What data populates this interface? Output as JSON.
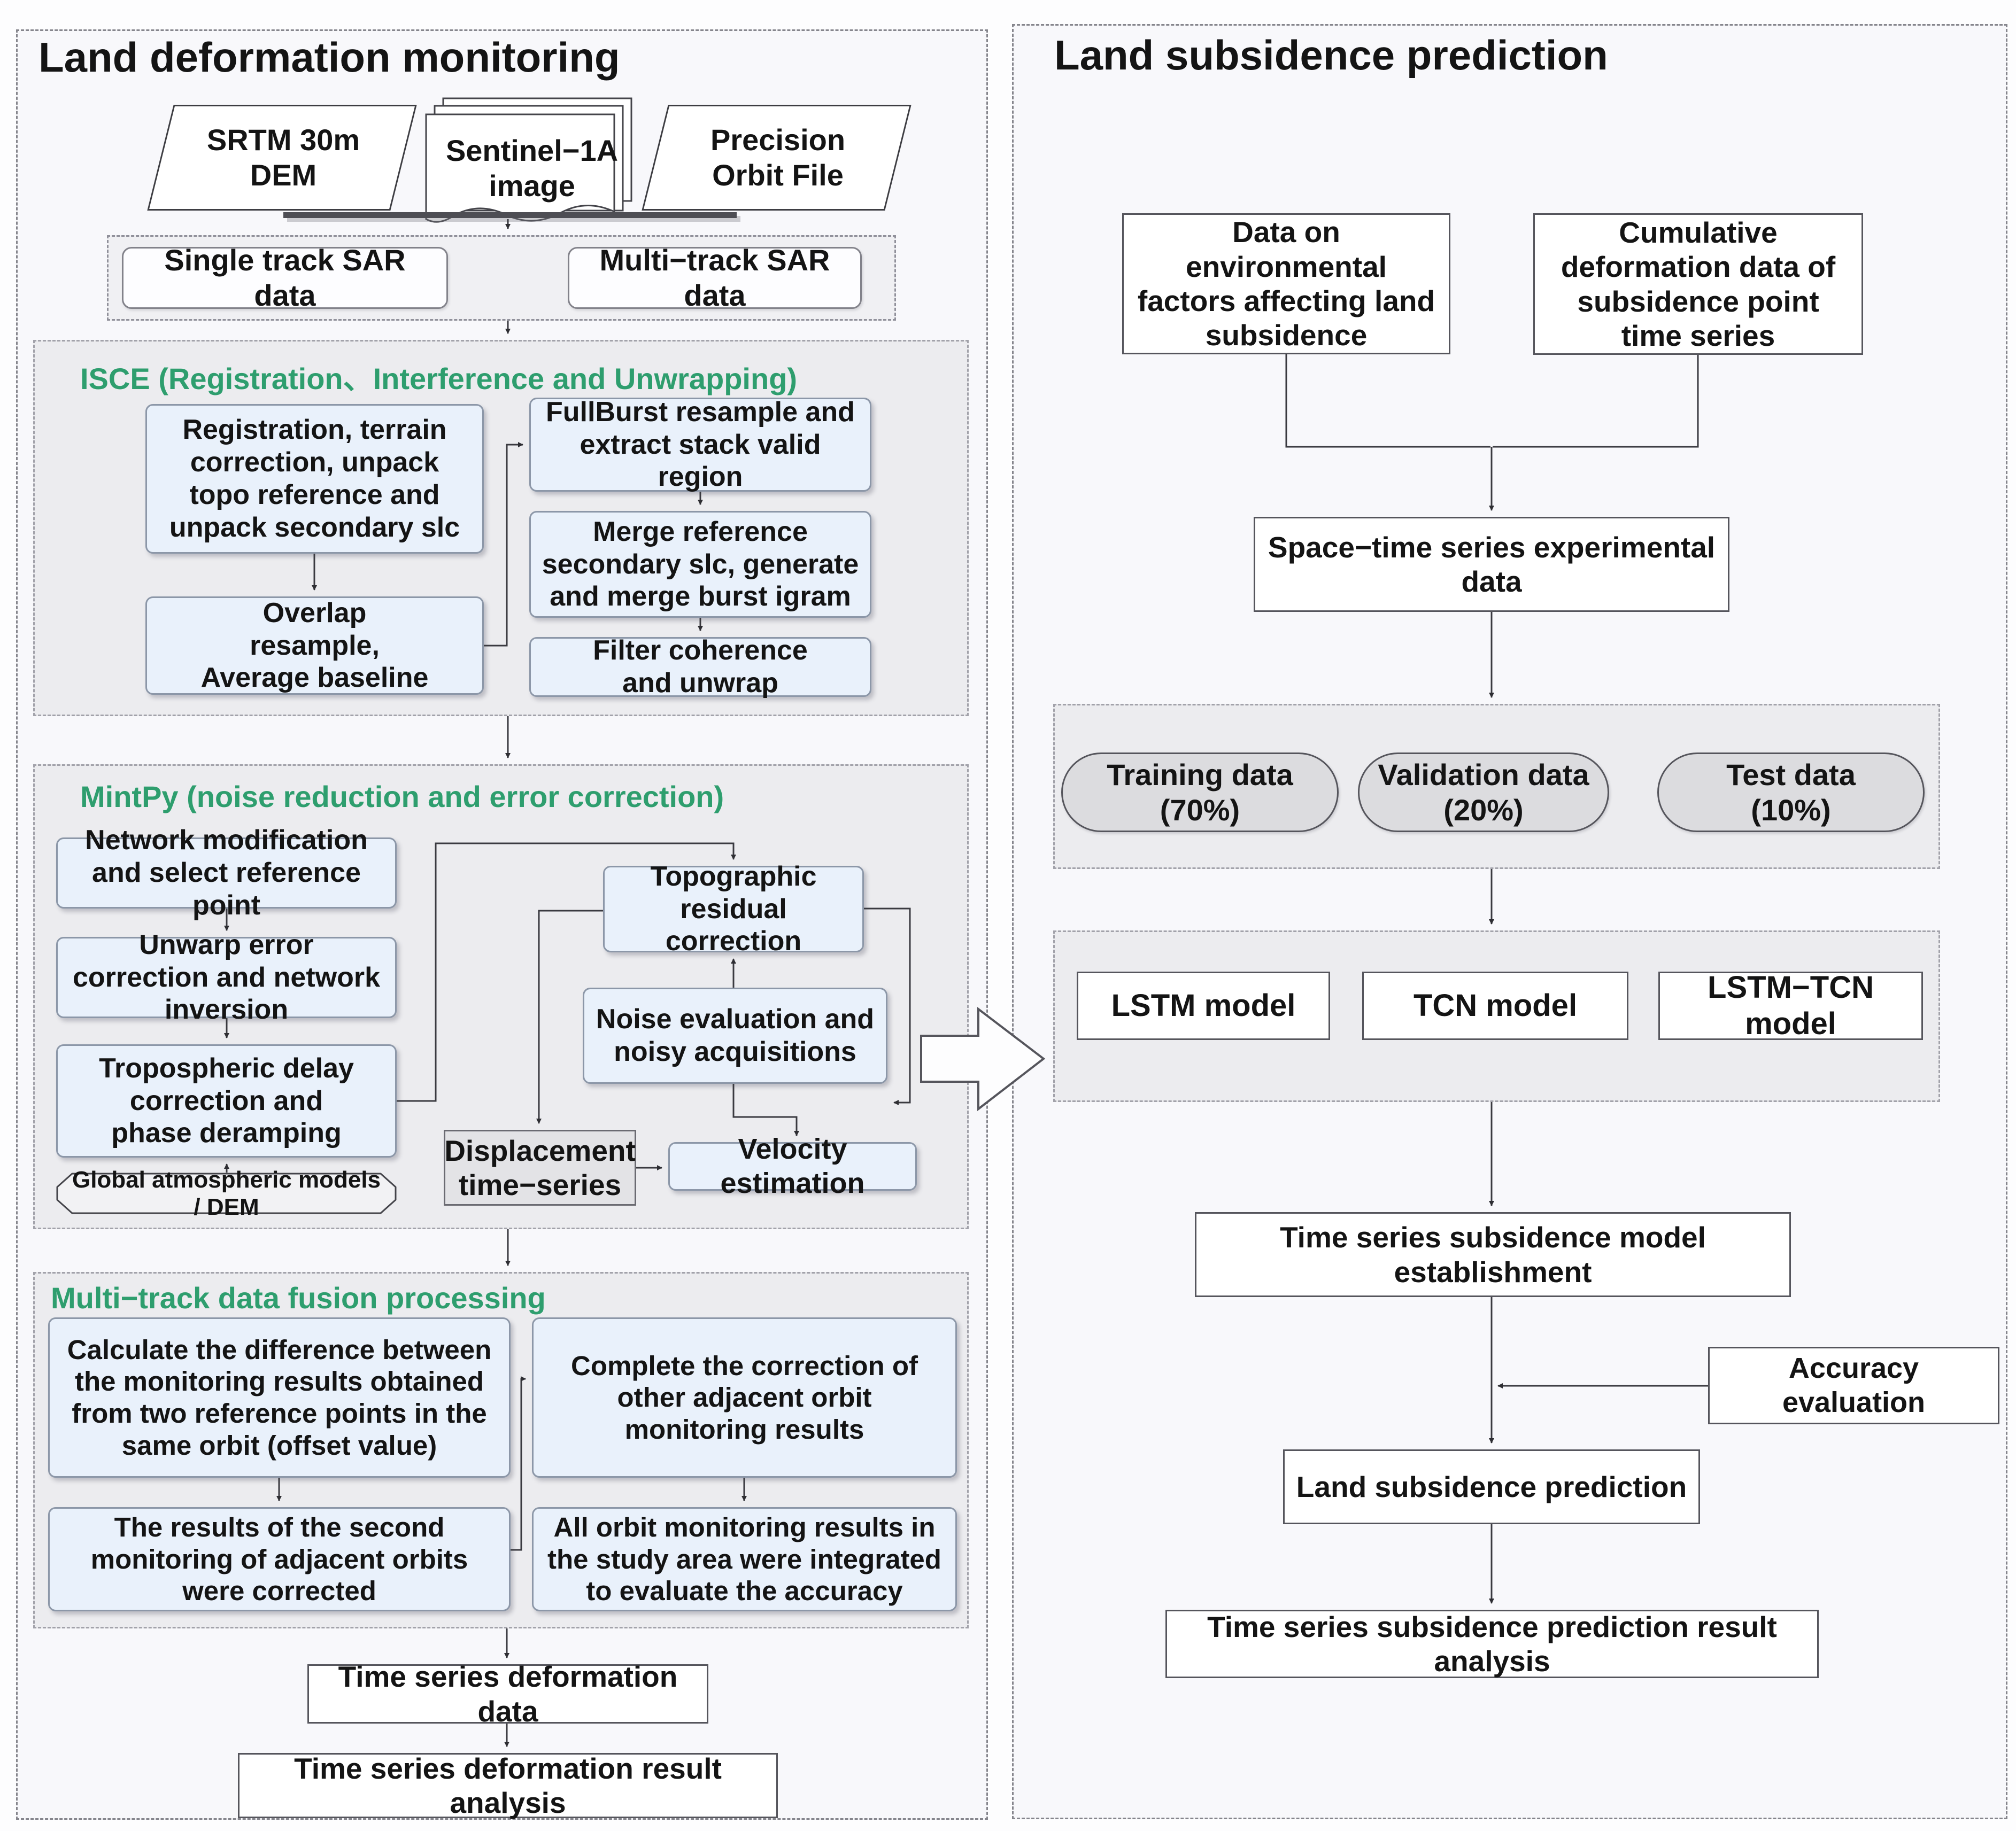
{
  "colors": {
    "accent_green": "#2e9e6e",
    "process_blue_fill": "#e9f1fb",
    "section_gray": "#ececef",
    "pill_gray": "#dcdcdf",
    "line_dark": "#3a3a40"
  },
  "left": {
    "title": "Land deformation monitoring",
    "sources": {
      "srtm": "SRTM 30m DEM",
      "sentinel": "Sentinel−1A image",
      "orbit": "Precision Orbit File"
    },
    "sar": {
      "single": "Single track SAR data",
      "multi": "Multi−track SAR data"
    },
    "isce": {
      "title": "ISCE (Registration、Interference and Unwrapping)",
      "boxes": {
        "registration": "Registration, terrain correction, unpack topo reference and unpack secondary slc",
        "overlap": "Overlap resample, Average baseline",
        "fullburst": "FullBurst resample and extract stack valid region",
        "merge": "Merge reference secondary slc, generate and merge burst igram",
        "filter": "Filter coherence and unwrap"
      }
    },
    "mintpy": {
      "title": "MintPy (noise reduction and error correction)",
      "boxes": {
        "network": "Network modification and select reference point",
        "unwarp": "Unwarp error correction and network inversion",
        "tropo": "Tropospheric delay correction and phase deramping",
        "gam": "Global atmospheric models / DEM",
        "topo": "Topographic residual correction",
        "noise": "Noise evaluation and noisy acquisitions",
        "displacement": "Displacement time−series",
        "velocity": "Velocity estimation"
      }
    },
    "fusion": {
      "title": "Multi−track data fusion processing",
      "boxes": {
        "calc": "Calculate the difference between the monitoring results obtained from two reference points in the same orbit (offset value)",
        "complete": "Complete the correction of other adjacent orbit monitoring results",
        "second": "The results of the second monitoring of adjacent orbits were corrected",
        "all": "All orbit monitoring results in the study area were integrated to evaluate the accuracy"
      }
    },
    "ts_data": "Time series deformation data",
    "ts_analysis": "Time series deformation result analysis"
  },
  "right": {
    "title": "Land subsidence prediction",
    "env": "Data on environmental factors affecting land subsidence",
    "cumulative": "Cumulative deformation data of subsidence point time series",
    "spacetime": "Space−time series experimental data",
    "split": [
      {
        "label": "Training data",
        "pct": "(70%)"
      },
      {
        "label": "Validation data",
        "pct": "(20%)"
      },
      {
        "label": "Test data",
        "pct": "(10%)"
      }
    ],
    "models": [
      "LSTM model",
      "TCN model",
      "LSTM−TCN model"
    ],
    "establishment": "Time series subsidence model establishment",
    "accuracy": "Accuracy evaluation",
    "prediction": "Land subsidence prediction",
    "result": "Time series subsidence prediction result analysis"
  }
}
